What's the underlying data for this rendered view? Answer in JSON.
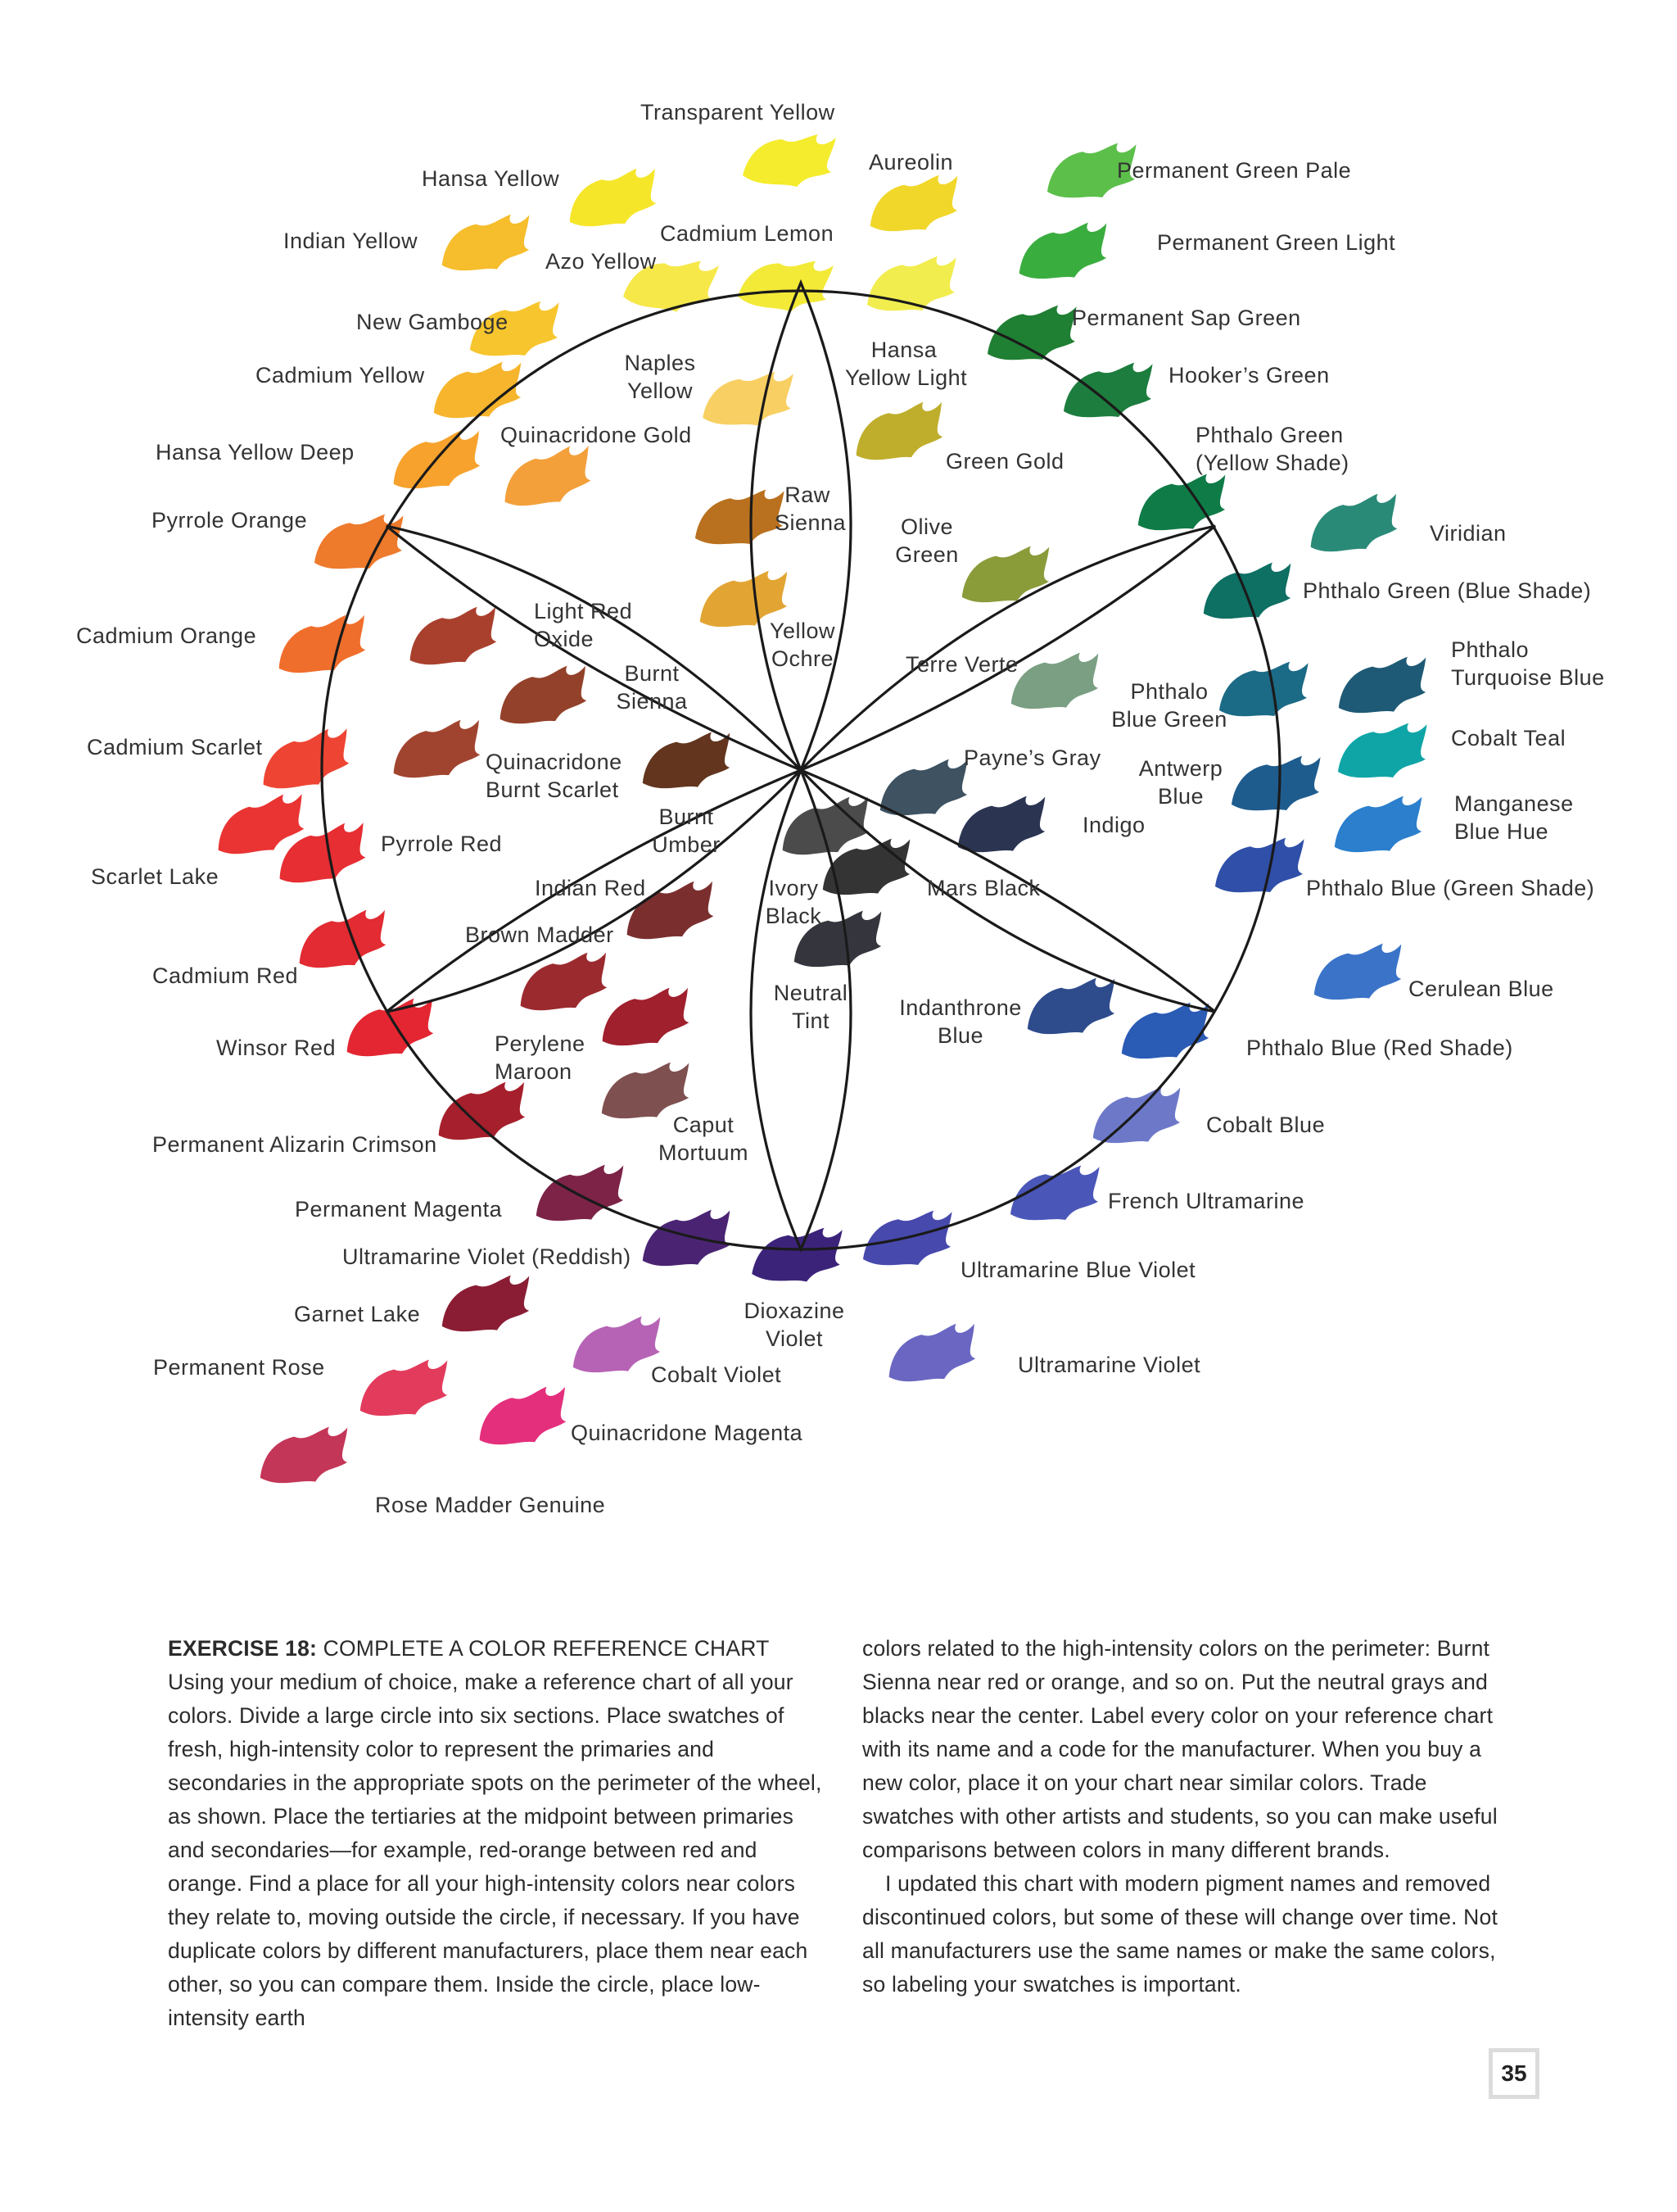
{
  "swatches": [
    {
      "label": "Transparent Yellow",
      "color": "#f4ec2c"
    },
    {
      "label": "Aureolin",
      "color": "#f1d72a"
    },
    {
      "label": "Hansa Yellow",
      "color": "#f6e62a"
    },
    {
      "label": "Cadmium Lemon",
      "color": "#f3ea38"
    },
    {
      "label": "Indian Yellow",
      "color": "#f6bd2c"
    },
    {
      "label": "Azo Yellow",
      "color": "#f6e849"
    },
    {
      "label": "Hansa Yellow Light",
      "color": "#f2ed4e"
    },
    {
      "label": "New Gamboge",
      "color": "#f7c52d"
    },
    {
      "label": "Cadmium Yellow",
      "color": "#f6b52c"
    },
    {
      "label": "Naples Yellow",
      "color": "#f8cf62"
    },
    {
      "label": "Green Gold",
      "color": "#bfae2c"
    },
    {
      "label": "Hansa Yellow Deep",
      "color": "#f6a22c"
    },
    {
      "label": "Quinacridone Gold",
      "color": "#f3a03b"
    },
    {
      "label": "Raw Sienna",
      "color": "#b9711f"
    },
    {
      "label": "Pyrrole Orange",
      "color": "#ee7a2c"
    },
    {
      "label": "Olive Green",
      "color": "#8a9b3a"
    },
    {
      "label": "Yellow Ochre",
      "color": "#e2a534"
    },
    {
      "label": "Cadmium Orange",
      "color": "#f06e2c"
    },
    {
      "label": "Light Red Oxide",
      "color": "#a9402d"
    },
    {
      "label": "Burnt Sienna",
      "color": "#93412a"
    },
    {
      "label": "Terre Verte",
      "color": "#7a9f82"
    },
    {
      "label": "Cadmium Scarlet",
      "color": "#ee4433"
    },
    {
      "label": "Quinacridone Burnt Scarlet",
      "color": "#a1442f"
    },
    {
      "label": "Burnt Umber",
      "color": "#63351e"
    },
    {
      "label": "Payne's Gray",
      "color": "#3e5261"
    },
    {
      "label": "Scarlet Lake",
      "color": "#ea3433"
    },
    {
      "label": "Pyrrole Red",
      "color": "#e62e33"
    },
    {
      "label": "Ivory Black",
      "color": "#4b4b4b"
    },
    {
      "label": "Mars Black",
      "color": "#343434"
    },
    {
      "label": "Indigo",
      "color": "#2b3552"
    },
    {
      "label": "Indian Red",
      "color": "#7a2f2e"
    },
    {
      "label": "Brown Madder",
      "color": "#9b2a2e"
    },
    {
      "label": "Neutral Tint",
      "color": "#35363d"
    },
    {
      "label": "Cadmium Red",
      "color": "#e22b32"
    },
    {
      "label": "Indanthrone Blue",
      "color": "#2e4c8c"
    },
    {
      "label": "Winsor Red",
      "color": "#e32631"
    },
    {
      "label": "Perylene Maroon",
      "color": "#a0202e"
    },
    {
      "label": "Caput Mortuum",
      "color": "#7f5050"
    },
    {
      "label": "Permanent Alizarin Crimson",
      "color": "#a5202c"
    },
    {
      "label": "Permanent Magenta",
      "color": "#7d2348"
    },
    {
      "label": "Ultramarine Violet (Reddish)",
      "color": "#4a2473"
    },
    {
      "label": "Dioxazine Violet",
      "color": "#3c237a"
    },
    {
      "label": "Garnet Lake",
      "color": "#8a1d34"
    },
    {
      "label": "Permanent Rose",
      "color": "#e33b5c"
    },
    {
      "label": "Cobalt Violet",
      "color": "#b663b5"
    },
    {
      "label": "Quinacridone Magenta",
      "color": "#e42f7c"
    },
    {
      "label": "Rose Madder Genuine",
      "color": "#c43658"
    },
    {
      "label": "Permanent Green Pale",
      "color": "#5cbf4a"
    },
    {
      "label": "Permanent Green Light",
      "color": "#3aad3f"
    },
    {
      "label": "Permanent Sap Green",
      "color": "#1f7f33"
    },
    {
      "label": "Hooker's Green",
      "color": "#1d7d3e"
    },
    {
      "label": "Phthalo Green (Yellow Shade)",
      "color": "#0f7b47"
    },
    {
      "label": "Viridian",
      "color": "#2a8a78"
    },
    {
      "label": "Phthalo Green (Blue Shade)",
      "color": "#0e6f63"
    },
    {
      "label": "Phthalo Turquoise Blue",
      "color": "#1e5a75"
    },
    {
      "label": "Phthalo Blue Green",
      "color": "#1b6a86"
    },
    {
      "label": "Cobalt Teal",
      "color": "#0fa5a7"
    },
    {
      "label": "Antwerp Blue",
      "color": "#1f5c8e"
    },
    {
      "label": "Manganese Blue Hue",
      "color": "#2b7fcd"
    },
    {
      "label": "Phthalo Blue (Green Shade)",
      "color": "#2f4fa8"
    },
    {
      "label": "Cerulean Blue",
      "color": "#3a73c8"
    },
    {
      "label": "Phthalo Blue (Red Shade)",
      "color": "#2a5bb5"
    },
    {
      "label": "Cobalt Blue",
      "color": "#6d79c8"
    },
    {
      "label": "French Ultramarine",
      "color": "#4a56b8"
    },
    {
      "label": "Ultramarine Blue Violet",
      "color": "#4749ad"
    },
    {
      "label": "Ultramarine Violet",
      "color": "#6a66c2"
    }
  ],
  "labels": {
    "transparent_yellow": "Transparent Yellow",
    "aureolin": "Aureolin",
    "hansa_yellow": "Hansa Yellow",
    "permanent_green_pale": "Permanent Green Pale",
    "indian_yellow": "Indian Yellow",
    "cadmium_lemon": "Cadmium Lemon",
    "azo_yellow": "Azo Yellow",
    "permanent_green_light": "Permanent Green Light",
    "new_gamboge": "New Gamboge",
    "permanent_sap_green": "Permanent Sap Green",
    "hansa_yellow_light_1": "Hansa",
    "hansa_yellow_light_2": "Yellow Light",
    "naples_yellow_1": "Naples",
    "naples_yellow_2": "Yellow",
    "cadmium_yellow": "Cadmium Yellow",
    "hookers_green": "Hooker’s Green",
    "quinacridone_gold": "Quinacridone Gold",
    "phthalo_green_ys_1": "Phthalo Green",
    "phthalo_green_ys_2": "(Yellow Shade)",
    "hansa_yellow_deep": "Hansa Yellow Deep",
    "green_gold": "Green Gold",
    "raw_sienna_1": "Raw",
    "raw_sienna_2": "Sienna",
    "pyrrole_orange": "Pyrrole Orange",
    "olive_green_1": "Olive",
    "olive_green_2": "Green",
    "viridian": "Viridian",
    "light_red_oxide_1": "Light Red",
    "light_red_oxide_2": "Oxide",
    "phthalo_green_bs": "Phthalo Green (Blue Shade)",
    "cadmium_orange": "Cadmium Orange",
    "yellow_ochre_1": "Yellow",
    "yellow_ochre_2": "Ochre",
    "burnt_sienna_1": "Burnt",
    "burnt_sienna_2": "Sienna",
    "terre_verte": "Terre Verte",
    "phthalo_turquoise_1": "Phthalo",
    "phthalo_turquoise_2": "Turquoise Blue",
    "phthalo_blue_green_1": "Phthalo",
    "phthalo_blue_green_2": "Blue Green",
    "cobalt_teal": "Cobalt Teal",
    "cadmium_scarlet": "Cadmium Scarlet",
    "quin_burnt_scarlet_1": "Quinacridone",
    "quin_burnt_scarlet_2": "Burnt Scarlet",
    "paynes_gray": "Payne’s Gray",
    "antwerp_blue_1": "Antwerp",
    "antwerp_blue_2": "Blue",
    "burnt_umber_1": "Burnt",
    "burnt_umber_2": "Umber",
    "manganese_blue_1": "Manganese",
    "manganese_blue_2": "Blue Hue",
    "indigo": "Indigo",
    "pyrrole_red": "Pyrrole Red",
    "scarlet_lake": "Scarlet Lake",
    "indian_red": "Indian Red",
    "ivory_black_1": "Ivory",
    "ivory_black_2": "Black",
    "mars_black": "Mars Black",
    "phthalo_blue_gs": "Phthalo Blue (Green Shade)",
    "brown_madder": "Brown Madder",
    "cadmium_red": "Cadmium Red",
    "cerulean_blue": "Cerulean Blue",
    "neutral_tint_1": "Neutral",
    "neutral_tint_2": "Tint",
    "indanthrone_blue_1": "Indanthrone",
    "indanthrone_blue_2": "Blue",
    "winsor_red": "Winsor Red",
    "perylene_maroon_1": "Perylene",
    "perylene_maroon_2": "Maroon",
    "phthalo_blue_rs": "Phthalo Blue (Red Shade)",
    "caput_mortuum_1": "Caput",
    "caput_mortuum_2": "Mortuum",
    "cobalt_blue": "Cobalt Blue",
    "perm_alizarin_crimson": "Permanent Alizarin Crimson",
    "french_ultramarine": "French Ultramarine",
    "permanent_magenta": "Permanent Magenta",
    "ultramarine_violet_reddish": "Ultramarine Violet (Reddish)",
    "ultramarine_blue_violet": "Ultramarine Blue Violet",
    "dioxazine_violet_1": "Dioxazine",
    "dioxazine_violet_2": "Violet",
    "garnet_lake": "Garnet Lake",
    "ultramarine_violet": "Ultramarine Violet",
    "cobalt_violet": "Cobalt Violet",
    "permanent_rose": "Permanent Rose",
    "quinacridone_magenta": "Quinacridone Magenta",
    "rose_madder_genuine": "Rose Madder Genuine"
  },
  "text": {
    "heading_bold": "EXERCISE 18:",
    "heading_rest": " COMPLETE A COLOR REFERENCE CHART",
    "col1_body": "Using your medium of choice, make a reference chart of all your colors. Divide a large circle into six sections. Place swatches of fresh, high-intensity color to represent the primaries and secondaries in the appropriate spots on the perimeter of the wheel, as shown. Place the tertiaries at the midpoint between primaries and secondaries—for example, red-orange between red and orange. Find a place for all your high-intensity colors near colors they relate to, moving outside the circle, if necessary. If you have duplicate colors by different manufacturers, place them near each other, so you can compare them. Inside the circle, place low-intensity earth",
    "col2_p1": "colors related to the high-intensity colors on the perimeter: Burnt Sienna near red or orange, and so on. Put the neutral grays and blacks near the center. Label every color on your reference chart with its name and a code for the manufacturer. When you buy a new color, place it on your chart near similar colors. Trade swatches with other artists and students, so you can make useful comparisons between colors in many different brands.",
    "col2_p2": "I updated this chart with modern pigment names and removed discontinued colors, but some of these will change over time. Not all manufacturers use the same names or make the same colors, so labeling your swatches is important."
  },
  "page_number": "35"
}
